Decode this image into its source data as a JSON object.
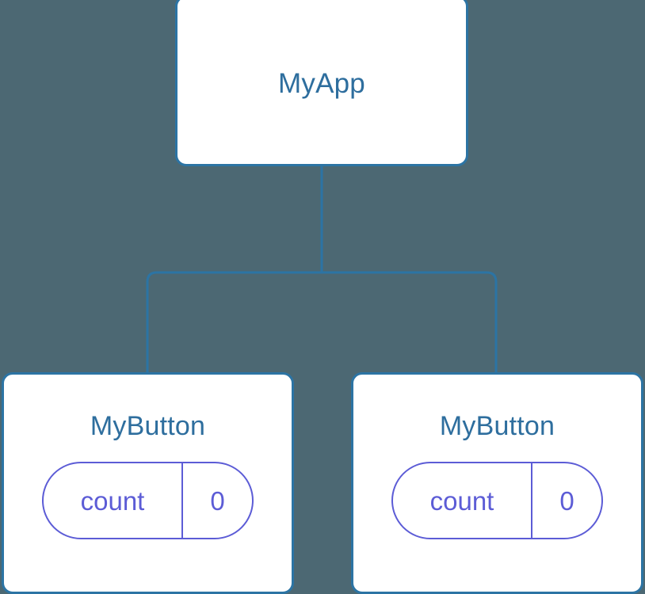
{
  "diagram": {
    "type": "component-tree",
    "background_color": "#4c6873",
    "card_background": "#ffffff",
    "card_border_color": "#2c74a4",
    "title_color": "#2e6e9e",
    "pill_color": "#5c5cd6",
    "connector_color": "#2c74a4",
    "root": {
      "label": "MyApp"
    },
    "children": [
      {
        "label": "MyButton",
        "state": {
          "key": "count",
          "value": "0"
        }
      },
      {
        "label": "MyButton",
        "state": {
          "key": "count",
          "value": "0"
        }
      }
    ]
  }
}
